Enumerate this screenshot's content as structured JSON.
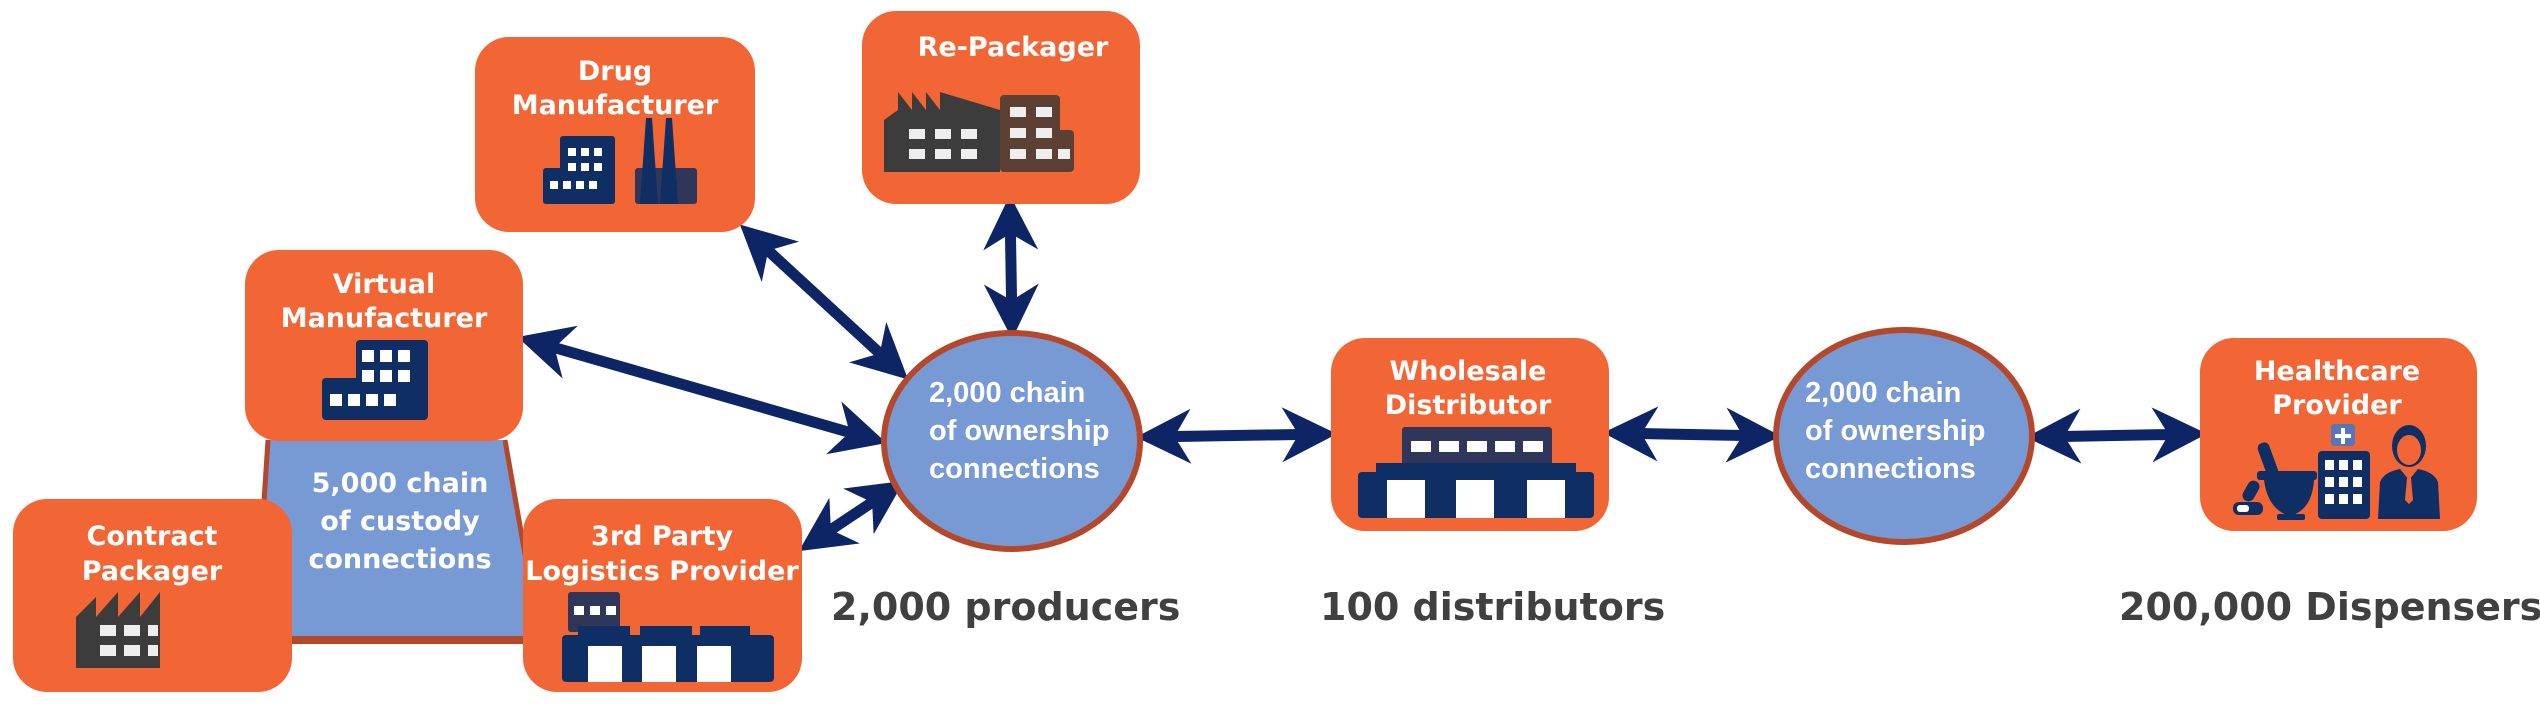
{
  "colors": {
    "node_fill": "#F26535",
    "hub_fill": "#7799D4",
    "hub_stroke": "#B5472A",
    "arrow": "#0E2565",
    "icon_navy": "#0F2E63",
    "icon_slate": "#2F3659",
    "icon_dark": "#3C3C3C",
    "icon_brown": "#5C4033",
    "label_text": "#404040"
  },
  "nodes": {
    "drug_manufacturer": {
      "line1": "Drug",
      "line2": "Manufacturer",
      "icon": "factory-smokestacks-icon"
    },
    "re_packager": {
      "line1": "Re-Packager",
      "icon": "factory-complex-icon"
    },
    "virtual_manufacturer": {
      "line1": "Virtual",
      "line2": "Manufacturer",
      "icon": "office-building-icon"
    },
    "contract_packager": {
      "line1": "Contract",
      "line2": "Packager",
      "icon": "factory-icon"
    },
    "third_party_logistics": {
      "line1": "3rd Party",
      "line2": "Logistics Provider",
      "icon": "warehouse-icon"
    },
    "wholesale_distributor": {
      "line1": "Wholesale",
      "line2": "Distributor",
      "icon": "warehouse-icon"
    },
    "healthcare_provider": {
      "line1": "Healthcare",
      "line2": "Provider",
      "icon": "hospital-pharmacist-icon"
    }
  },
  "custody_zone": {
    "line1": "5,000 chain",
    "line2": "of custody",
    "line3": "connections"
  },
  "hubs": [
    {
      "line1": "2,000 chain",
      "line2": "of ownership",
      "line3": "connections"
    },
    {
      "line1": "2,000 chain",
      "line2": "of ownership",
      "line3": "connections"
    }
  ],
  "counts": {
    "producers": "2,000 producers",
    "distributors": "100 distributors",
    "dispensers": "200,000 Dispensers"
  }
}
